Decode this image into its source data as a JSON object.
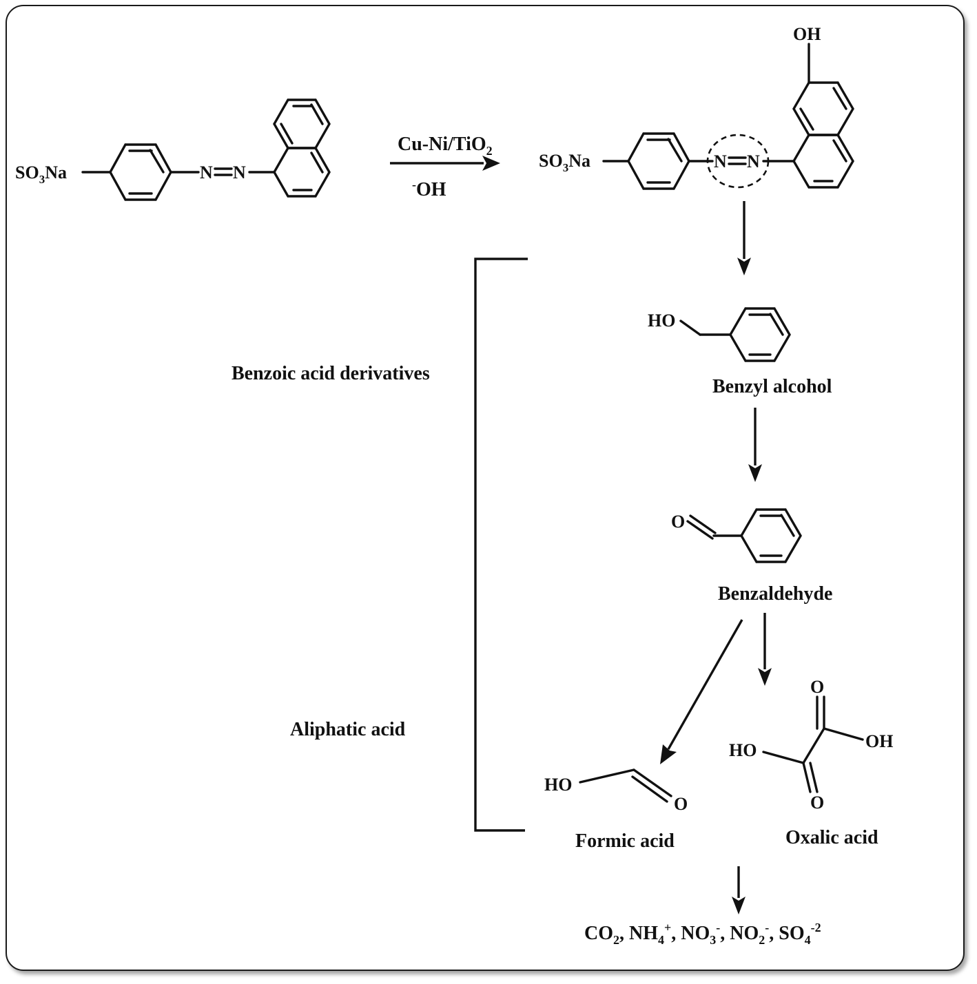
{
  "reaction": {
    "catalyst": "Cu-Ni/TiO",
    "catalyst_subscript": "2",
    "oxidant_sup": "-",
    "oxidant": "OH"
  },
  "groups": {
    "benzoic": "Benzoic acid derivatives",
    "aliphatic": "Aliphatic acid"
  },
  "compounds": {
    "benzyl_alcohol": "Benzyl alcohol",
    "benzaldehyde": "Benzaldehyde",
    "formic_acid": "Formic acid",
    "oxalic_acid": "Oxalic acid"
  },
  "atoms": {
    "so3na_s": "SO",
    "so3na_3": "3",
    "so3na_na": "Na",
    "n": "N",
    "oh": "OH",
    "ho": "HO",
    "o": "O"
  },
  "products": {
    "co": "CO",
    "co_sub": "2",
    "sep1": ", ",
    "nh": "NH",
    "nh_sub": "4",
    "nh_sup": "+",
    "sep2": ", ",
    "no3": "NO",
    "no3_sub": "3",
    "no3_sup": "-",
    "sep3": ", ",
    "no2": "NO",
    "no2_sub": "2",
    "no2_sup": "-",
    "sep4": ", ",
    "so": "SO",
    "so_sub": "4",
    "so_sup": "-2"
  }
}
